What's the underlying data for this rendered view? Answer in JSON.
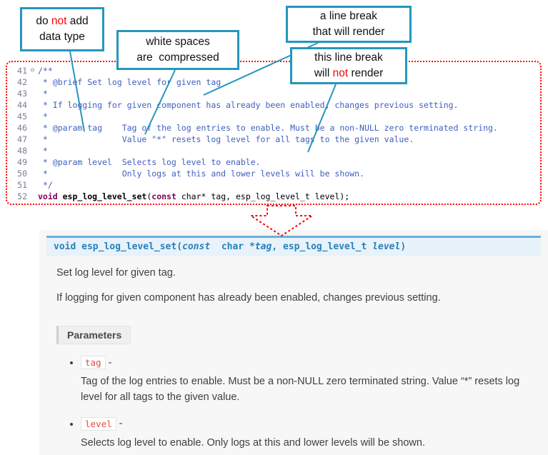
{
  "callouts": {
    "box1": {
      "seg1": "do ",
      "seg2": "not",
      "seg3": " add",
      "line2": "data type"
    },
    "box2": {
      "line1": "white spaces",
      "line2": "are  compressed"
    },
    "box3": {
      "line1": "a line break",
      "line2": "that will render"
    },
    "box4": {
      "line1": "this line break",
      "seg1": "will ",
      "seg2": "not",
      "seg3": " render"
    }
  },
  "code": {
    "fold_icon": "⊖",
    "lines": [
      {
        "no": "41",
        "text": "/**"
      },
      {
        "no": "42",
        "text": " * @brief Set log level for given tag"
      },
      {
        "no": "43",
        "text": " *"
      },
      {
        "no": "44",
        "text": " * If logging for given component has already been enabled, changes previous setting."
      },
      {
        "no": "45",
        "text": " *"
      },
      {
        "no": "46",
        "text": " * @param tag    Tag of the log entries to enable. Must be a non-NULL zero terminated string."
      },
      {
        "no": "47",
        "text": " *               Value \"*\" resets log level for all tags to the given value."
      },
      {
        "no": "48",
        "text": " *"
      },
      {
        "no": "49",
        "text": " * @param level  Selects log level to enable."
      },
      {
        "no": "50",
        "text": " *               Only logs at this and lower levels will be shown."
      },
      {
        "no": "51",
        "text": " */"
      }
    ],
    "decl": {
      "no": "52",
      "kw1": "void ",
      "name": "esp_log_level_set",
      "open": "(",
      "kw2": "const",
      "rest": " char* tag, esp_log_level_t level);"
    }
  },
  "docs": {
    "signature": {
      "kw_void": "void ",
      "name": "esp_log_level_set",
      "open": "(",
      "kw_const": "const",
      "type1": "  char *",
      "param1": "tag",
      "comma": ", ",
      "type2": "esp_log_level_t ",
      "param2": "level",
      "close": ")"
    },
    "para1": "Set log level for given tag.",
    "para2": "If logging for given component has already been enabled, changes previous setting.",
    "parameters_label": "Parameters",
    "params": [
      {
        "name": "tag",
        "dash": " - ",
        "desc": "Tag of the log entries to enable. Must be a non-NULL zero terminated string. Value “*” resets log level for all tags to the given value."
      },
      {
        "name": "level",
        "dash": " - ",
        "desc": "Selects log level to enable. Only logs at this and lower levels will be shown."
      }
    ]
  },
  "colors": {
    "accent_teal": "#2596be",
    "annotation_red": "#ff0000",
    "comment_blue": "#3f5fbf",
    "keyword_purple": "#7f0055",
    "signature_blue": "#2980b9",
    "literal_red": "#e74c3c"
  }
}
